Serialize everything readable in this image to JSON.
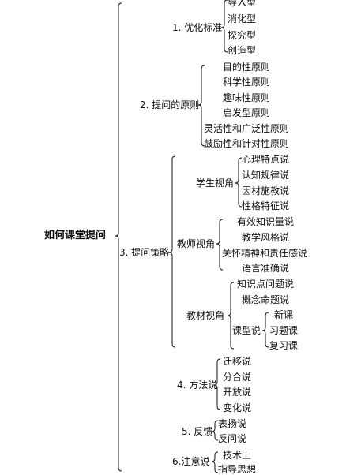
{
  "root": "如何课堂提问",
  "sections": [
    {
      "label": "1. 优化标准",
      "items": [
        "导入型",
        "消化型",
        "探究型",
        "创造型"
      ]
    },
    {
      "label": "2. 提问的原则",
      "items": [
        "目的性原则",
        "科学性原则",
        "趣味性原则",
        "启发型原则",
        "灵活性和广泛性原则",
        "鼓励性和针对性原则"
      ]
    },
    {
      "label": "3. 提问策略",
      "groups": [
        {
          "label": "学生视角",
          "items": [
            "心理特点说",
            "认知规律说",
            "因材施教说",
            "性格特征说"
          ]
        },
        {
          "label": "教师视角",
          "items": [
            "有效知识量说",
            "教学风格说",
            "关怀精神和责任感说",
            "语言准确说"
          ]
        },
        {
          "label": "教材视角",
          "items": [
            "知识点问题说",
            "概念命题说"
          ],
          "sub": {
            "label": "课型说",
            "items": [
              "新课",
              "习题课",
              "复习课"
            ]
          }
        }
      ]
    },
    {
      "label": "4. 方法说",
      "items": [
        "迁移说",
        "分合说",
        "开放说",
        "变化说"
      ]
    },
    {
      "label": "5. 反馈",
      "items": [
        "表扬说",
        "反问说"
      ]
    },
    {
      "label": "6.注意说",
      "items": [
        "技术上",
        "指导思想"
      ]
    }
  ]
}
